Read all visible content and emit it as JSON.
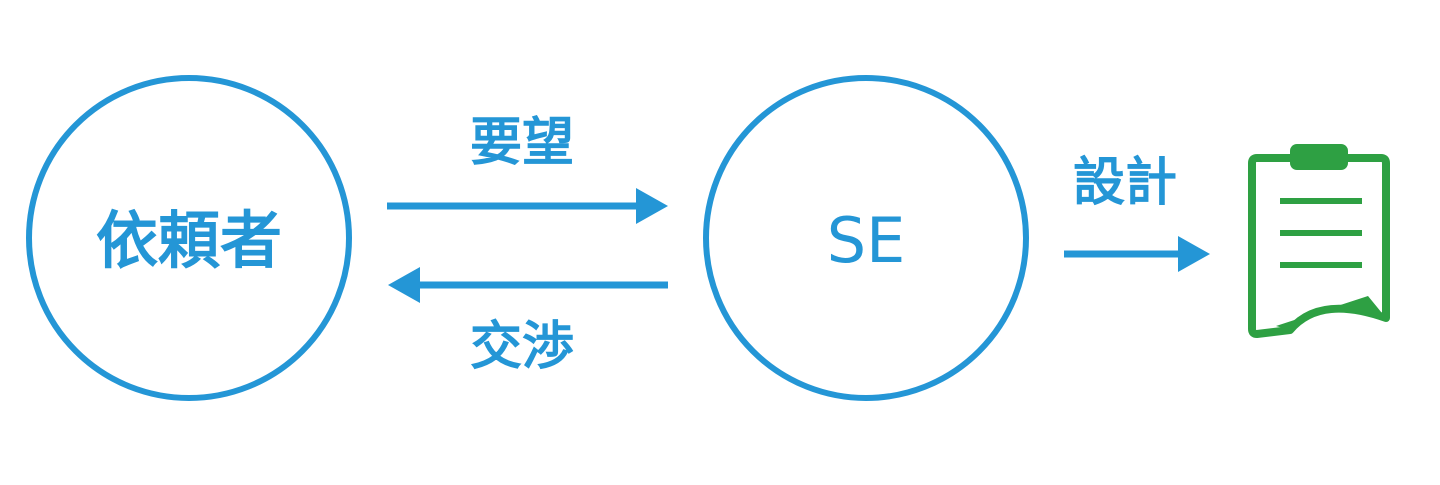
{
  "nodes": {
    "requester": {
      "label": "依頼者"
    },
    "se": {
      "label": "SE"
    }
  },
  "edges": {
    "request": {
      "label": "要望"
    },
    "negotiation": {
      "label": "交渉"
    },
    "design": {
      "label": "設計"
    }
  },
  "icons": {
    "document": "clipboard-document-icon"
  },
  "colors": {
    "primary": "#2496d6",
    "document": "#2ea043"
  }
}
